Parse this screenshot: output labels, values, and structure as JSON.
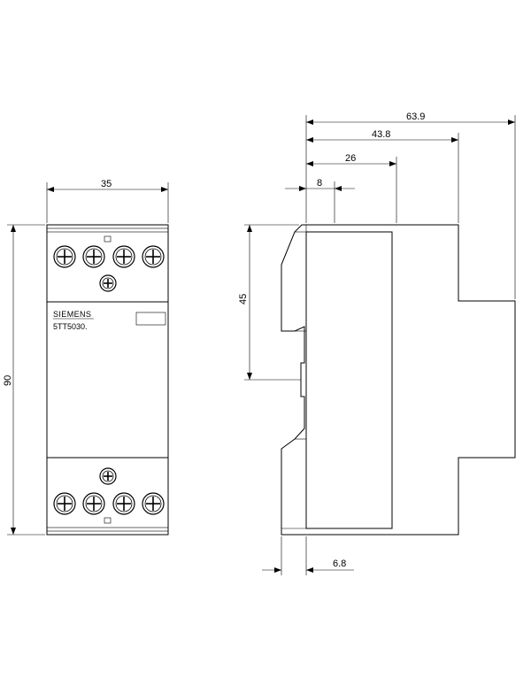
{
  "front_view": {
    "brand": "SIEMENS",
    "product_code": "5TT5030."
  },
  "dimensions": {
    "width": "35",
    "height": "90",
    "depth_total": "63.9",
    "depth_front": "43.8",
    "depth_mid": "26",
    "depth_step": "8",
    "rail_offset": "45",
    "clip_offset": "6.8"
  }
}
